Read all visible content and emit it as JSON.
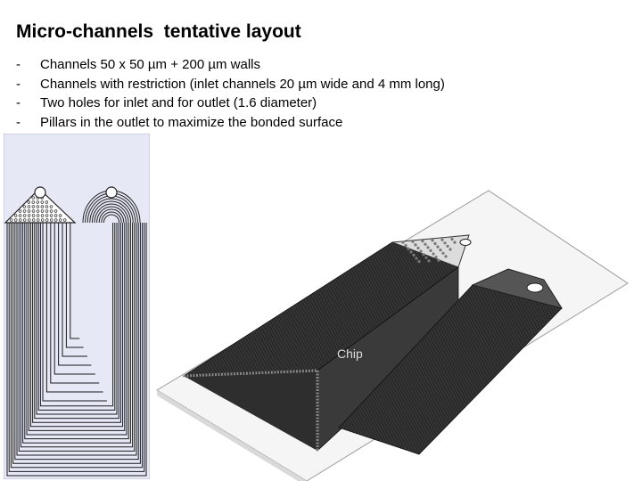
{
  "slide": {
    "title": "Micro-channels  tentative layout",
    "bullets": [
      "Channels 50 x 50 µm + 200 µm walls",
      "Channels with restriction (inlet channels 20 µm wide and 4 mm long)",
      "Two holes for inlet and for outlet (1.6 diameter)",
      "Pillars in the outlet to maximize the bonded surface"
    ],
    "bullet_marker": "-",
    "chip_label": "Chip"
  },
  "colors": {
    "left_panel_bg": "#e6e8f6",
    "channel_dark": "#1f1f1f",
    "plate": "#f4f4f4"
  }
}
